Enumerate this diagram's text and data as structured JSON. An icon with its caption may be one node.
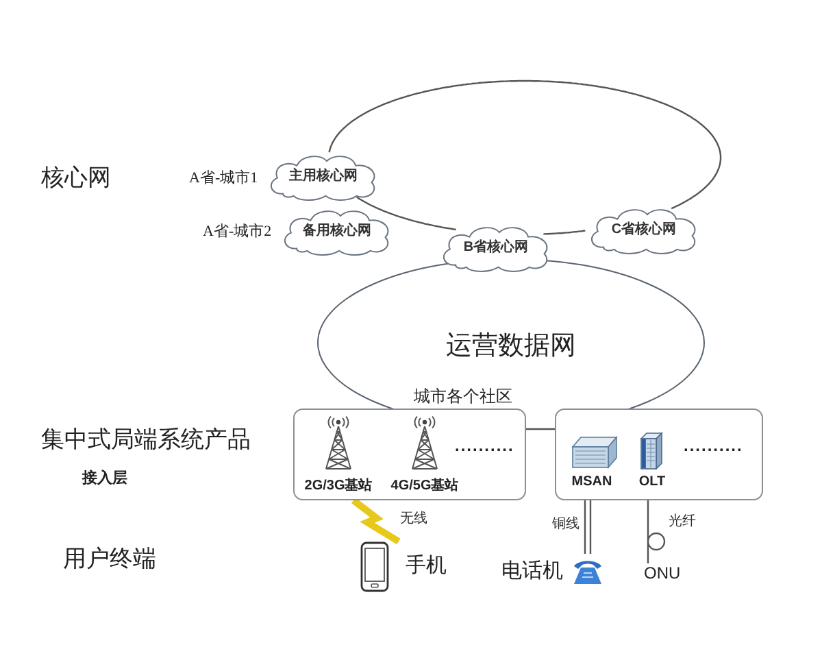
{
  "diagram": {
    "nodes": [
      {
        "text": [
          "主用核心网"
        ],
        "beside": [
          "A省-城市1"
        ]
      },
      {
        "text": [
          "备用核心网"
        ],
        "beside": [
          "A省-城市2"
        ]
      },
      {
        "text": [
          "B省核心网"
        ]
      },
      {
        "text": [
          "C省核心网"
        ]
      },
      {
        "text": [
          "运营数据网"
        ]
      },
      {
        "text": [],
        "shape": "box"
      },
      {
        "text": [
          "2G/3G基站"
        ],
        "in": 5
      },
      {
        "text": [
          "4G/5G基站"
        ],
        "in": 5
      },
      {
        "text": [],
        "shape": "box"
      },
      {
        "text": [
          "MSAN"
        ],
        "in": 8
      },
      {
        "text": [
          "OLT"
        ],
        "in": 8
      },
      {
        "text": [
          "手机"
        ]
      },
      {
        "text": [
          "电话机"
        ]
      },
      {
        "text": [
          "ONU"
        ]
      }
    ],
    "edges": [
      {
        "from": 0,
        "to": 3,
        "arrow": "none"
      },
      {
        "from": 3,
        "to": 2,
        "arrow": "none"
      },
      {
        "from": 2,
        "to": 0,
        "arrow": "none"
      },
      {
        "from": 5,
        "to": 8,
        "arrow": "none"
      },
      {
        "from": 5,
        "to": 11,
        "arrow": "none",
        "label": "无线",
        "style": "thick",
        "color": "#e8c81a"
      },
      {
        "from": 8,
        "to": 12,
        "arrow": "none",
        "label": "铜线"
      },
      {
        "from": 8,
        "to": 13,
        "arrow": "none",
        "label": "光纤"
      }
    ],
    "labels": [
      "核心网",
      "城市各个社区",
      "集中式局端系统产品",
      "..........",
      "..........",
      "接入层",
      "用户终端"
    ]
  }
}
